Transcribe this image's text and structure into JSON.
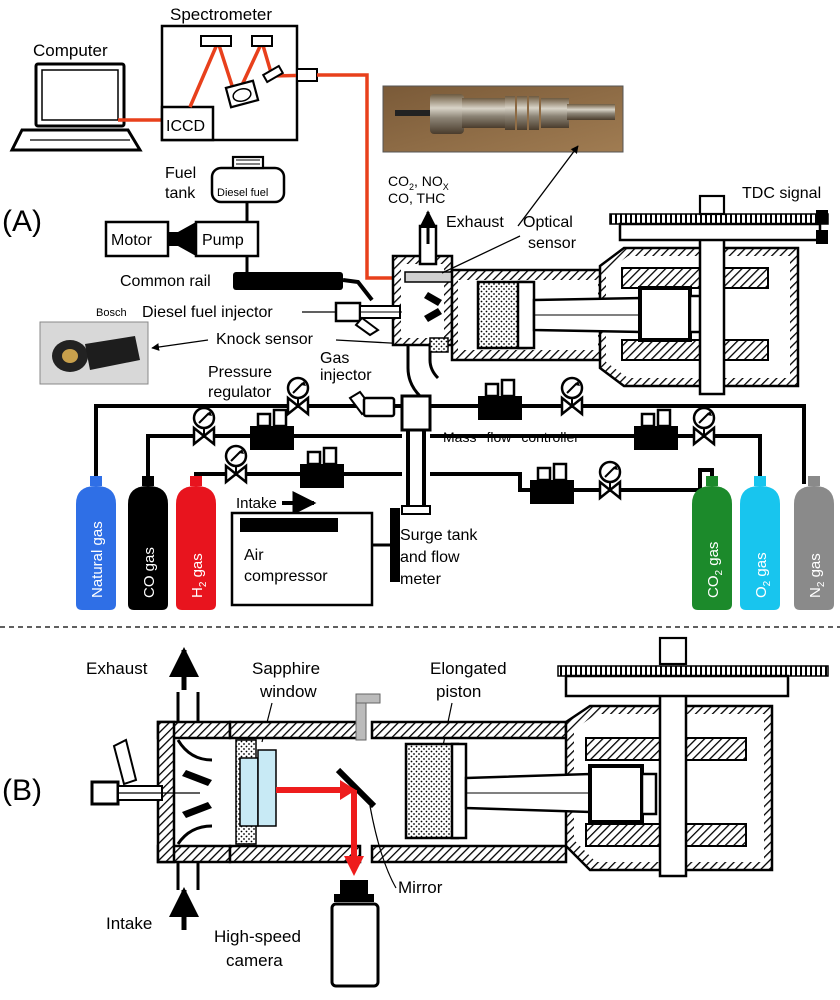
{
  "panel_a": {
    "label": "(A)",
    "computer": "Computer",
    "spectrometer": "Spectrometer",
    "iccd": "ICCD",
    "fuel_tank": [
      "Fuel",
      "tank"
    ],
    "diesel_fuel": "Diesel fuel",
    "motor": "Motor",
    "pump": "Pump",
    "common_rail": "Common rail",
    "diesel_injector": "Diesel fuel injector",
    "knock_sensor": "Knock sensor",
    "bosch": "Bosch",
    "pressure_regulator": [
      "Pressure",
      "regulator"
    ],
    "gas_injector": [
      "Gas",
      "injector"
    ],
    "emissions": {
      "line1_a": "CO",
      "line1_sub": "2",
      "line1_b": ", NO",
      "line1_sub2": "X",
      "line2": "CO, THC"
    },
    "exhaust": "Exhaust",
    "optical_sensor": [
      "Optical",
      "sensor"
    ],
    "tdc_signal": "TDC signal",
    "mass_flow_controller": [
      "Mass",
      "flow",
      "controller"
    ],
    "intake": "Intake",
    "air_compressor": [
      "Air",
      "compressor"
    ],
    "surge_tank": [
      "Surge tank",
      "and flow",
      "meter"
    ],
    "cylinders": [
      {
        "label": "Natural gas",
        "color": "#2f6fe6"
      },
      {
        "label": "CO gas",
        "color": "#000000"
      },
      {
        "label": "H",
        "sub": "2",
        "tail": " gas",
        "color": "#e8141e"
      },
      {
        "label": "CO",
        "sub": "2",
        "tail": " gas",
        "color": "#1c8a2b"
      },
      {
        "label": "O",
        "sub": "2",
        "tail": " gas",
        "color": "#18c5ee"
      },
      {
        "label": "N",
        "sub": "2",
        "tail": " gas",
        "color": "#8a8a8a"
      }
    ]
  },
  "panel_b": {
    "label": "(B)",
    "exhaust": "Exhaust",
    "intake": "Intake",
    "sapphire_window": [
      "Sapphire",
      "window"
    ],
    "elongated_piston": [
      "Elongated",
      "piston"
    ],
    "mirror": "Mirror",
    "high_speed_camera": [
      "High-speed",
      "camera"
    ]
  },
  "colors": {
    "fiber": "#e8401c",
    "laser": "#ee1c1c",
    "window": "#c8eaf5"
  }
}
